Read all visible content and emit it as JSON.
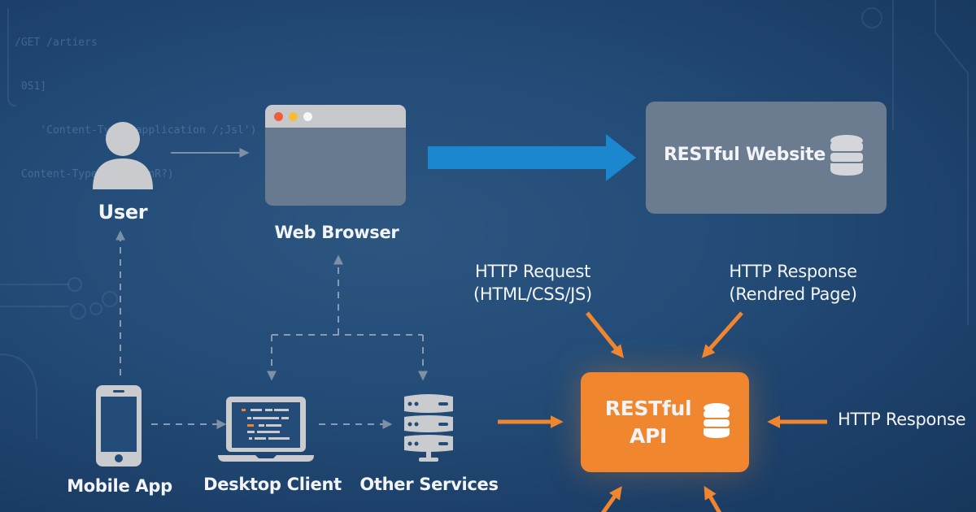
{
  "background_code": {
    "lines": [
      "/GET /artiers",
      " 0S1]",
      "    'Content-Type: application /;Jsl')",
      " Content-Type: ScraponR?)"
    ]
  },
  "nodes": {
    "user": {
      "label": "User",
      "icon": "user-icon"
    },
    "web_browser": {
      "label": "Web Browser",
      "icon": "browser-window-icon"
    },
    "restful_website": {
      "label": "RESTful Website",
      "icon": "database-icon"
    },
    "mobile_app": {
      "label": "Mobile App",
      "icon": "smartphone-icon"
    },
    "desktop_client": {
      "label": "Desktop Client",
      "icon": "laptop-icon"
    },
    "other_services": {
      "label": "Other Services",
      "icon": "server-stack-icon"
    },
    "restful_api": {
      "label_line1": "RESTful",
      "label_line2": "API",
      "icon": "database-icon"
    }
  },
  "annotations": {
    "http_request_line1": "HTTP Request",
    "http_request_line2": "(HTML/CSS/JS)",
    "http_response_line1": "HTTP Response",
    "http_response_line2": "(Rendred Page)",
    "http_response_right": "HTTP Response"
  },
  "colors": {
    "background": "#234d78",
    "accent_orange": "#f0862e",
    "accent_blue": "#1a87cf",
    "box_gray": "#6b7c91",
    "icon_light": "#c9cbcf",
    "connector_gray": "#8a9bb0"
  }
}
